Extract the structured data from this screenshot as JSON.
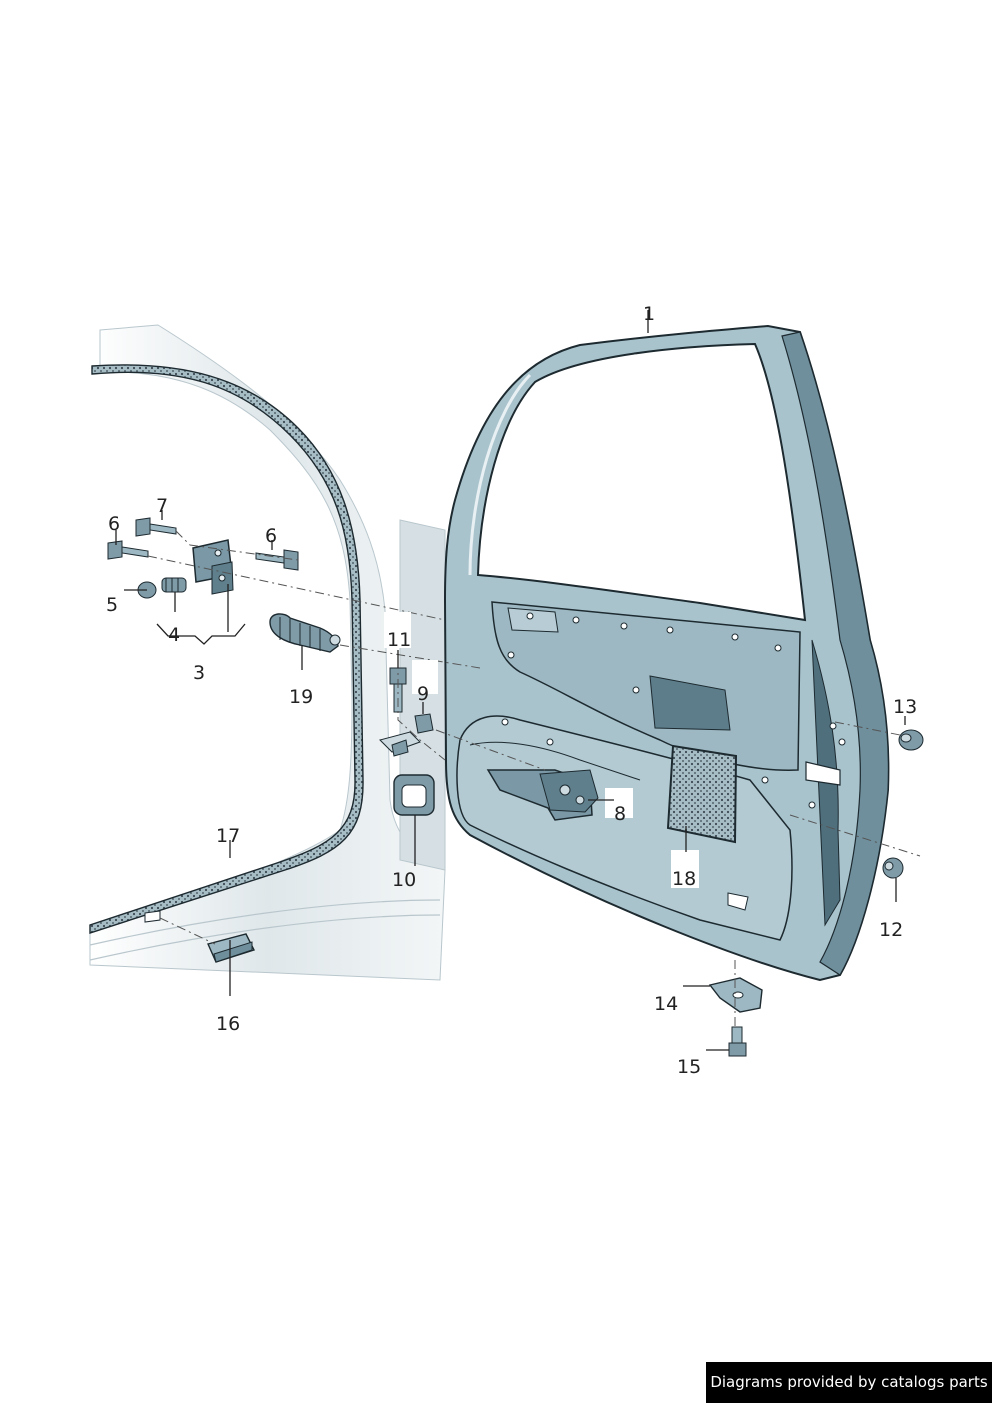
{
  "callouts": {
    "c1": "1",
    "c3": "3",
    "c4": "4",
    "c5": "5",
    "c6a": "6",
    "c6b": "6",
    "c7": "7",
    "c8": "8",
    "c9": "9",
    "c10": "10",
    "c11": "11",
    "c12": "12",
    "c13": "13",
    "c14": "14",
    "c15": "15",
    "c16": "16",
    "c17": "17",
    "c18": "18",
    "c19": "19"
  },
  "footer": {
    "credit": "Diagrams provided by catalogs parts"
  },
  "colors": {
    "door_fill": "#a9c3cd",
    "door_dark": "#6f8f9d",
    "door_shadow": "#4f6f7d",
    "body_fill": "#e3eaee",
    "seal_fill": "#3a3f44",
    "outline": "#1d2a30"
  }
}
